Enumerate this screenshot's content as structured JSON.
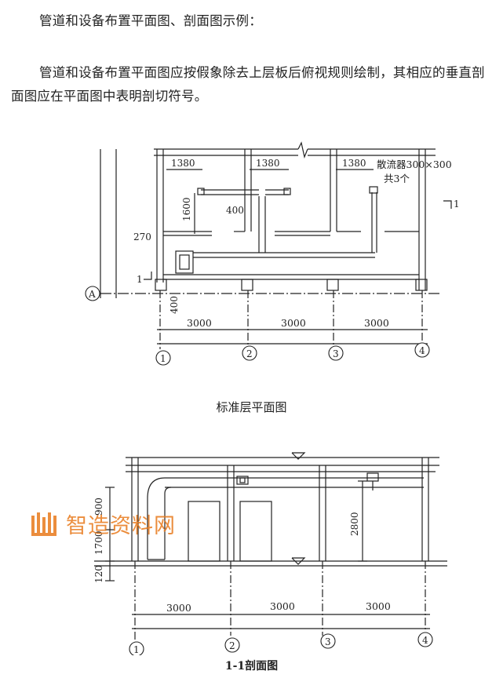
{
  "intro_text": "管道和设备布置平面图、剖面图示例：",
  "description": "管道和设备布置平面图应按假象除去上层板后俯视规则绘制，其相应的垂直剖面图应在平面图中表明剖切符号。",
  "plan": {
    "caption": "标准层平面图",
    "dims_top": [
      "1380",
      "1380",
      "1380"
    ],
    "diffuser_label": "散流器300×300",
    "diffuser_count": "共3个",
    "dim_1600": "1600",
    "dim_400_a": "400",
    "dim_270": "270",
    "dim_400_b": "400",
    "bottom_dims": [
      "3000",
      "3000",
      "3000"
    ],
    "axis_a": "A",
    "axes": [
      "1",
      "2",
      "3",
      "4"
    ],
    "section_mark_right": "1",
    "section_mark_left": "1"
  },
  "section": {
    "caption": "1-1剖面图",
    "dim_900": "900",
    "dim_1700": "1700",
    "dim_120": "120",
    "dim_2800": "2800",
    "bottom_dims": [
      "3000",
      "3000",
      "3000"
    ],
    "axes": [
      "1",
      "2",
      "3",
      "4"
    ]
  },
  "watermark": {
    "text": "智造资料网",
    "color": "#e87a1c"
  }
}
